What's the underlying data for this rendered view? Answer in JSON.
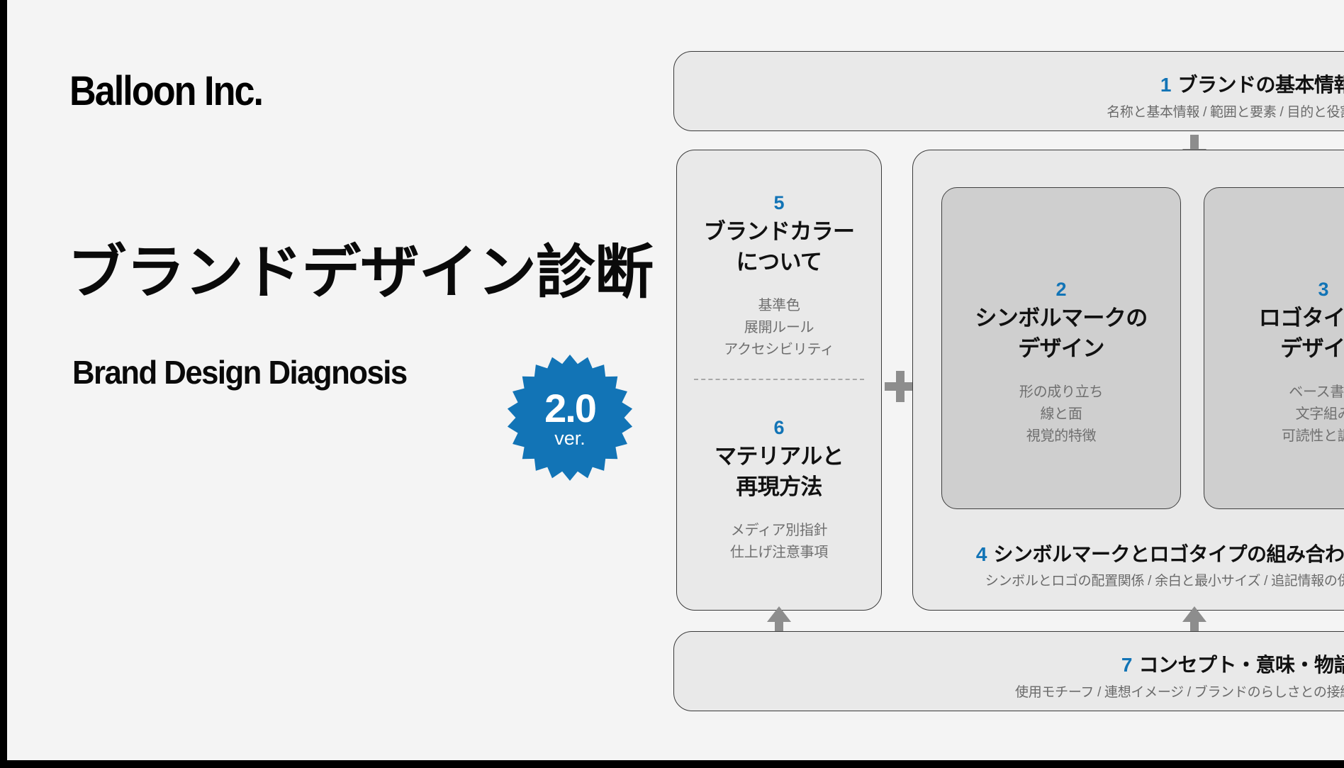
{
  "brand": {
    "logo": "Balloon Inc."
  },
  "title": {
    "main": "ブランドデザイン診断",
    "sub": "Brand Design Diagnosis"
  },
  "version_badge": {
    "number": "2.0",
    "label": "ver.",
    "color": "#1274b6"
  },
  "colors": {
    "accent_blue": "#1274b6",
    "page_bg": "#f4f4f4",
    "panel_bg": "#e9e9e9",
    "card_bg": "#cfcfcf",
    "panel_border": "#3a3a3a",
    "arrow_gray": "#8d8d8d",
    "sub_text": "#6a6a6a"
  },
  "diagram": {
    "bands": [
      {
        "number": "1",
        "name": "ブランドの基本情報",
        "subtitle": "名称と基本情報 / 範囲と要素 / 目的と役割"
      },
      {
        "number": "4",
        "name": "シンボルマークとロゴタイプの組み合わせ",
        "subtitle": "シンボルとロゴの配置関係 / 余白と最小サイズ / 追記情報の併記"
      },
      {
        "number": "7",
        "name": "コンセプト・意味・物語",
        "subtitle": "使用モチーフ / 連想イメージ / ブランドのらしさとの接続"
      }
    ],
    "cards": [
      {
        "number": "5",
        "name": "ブランドカラー\nについて",
        "name_line1": "ブランドカラー",
        "name_line2": "について",
        "items": [
          "基準色",
          "展開ルール",
          "アクセシビリティ"
        ]
      },
      {
        "number": "6",
        "name": "マテリアルと\n再現方法",
        "name_line1": "マテリアルと",
        "name_line2": "再現方法",
        "items": [
          "メディア別指針",
          "仕上げ注意事項"
        ]
      },
      {
        "number": "2",
        "name": "シンボルマークの\nデザイン",
        "name_line1": "シンボルマークの",
        "name_line2": "デザイン",
        "items": [
          "形の成り立ち",
          "線と面",
          "視覚的特徴"
        ]
      },
      {
        "number": "3",
        "name": "ロゴタイプの\nデザイン",
        "name_line1": "ロゴタイプの",
        "name_line2": "デザイン",
        "items": [
          "ベース書体",
          "文字組み",
          "可読性と調整"
        ]
      }
    ],
    "connectors": {
      "plus": "+",
      "arrow_down": "arrow-down-icon",
      "arrow_up": "arrow-up-icon"
    }
  }
}
